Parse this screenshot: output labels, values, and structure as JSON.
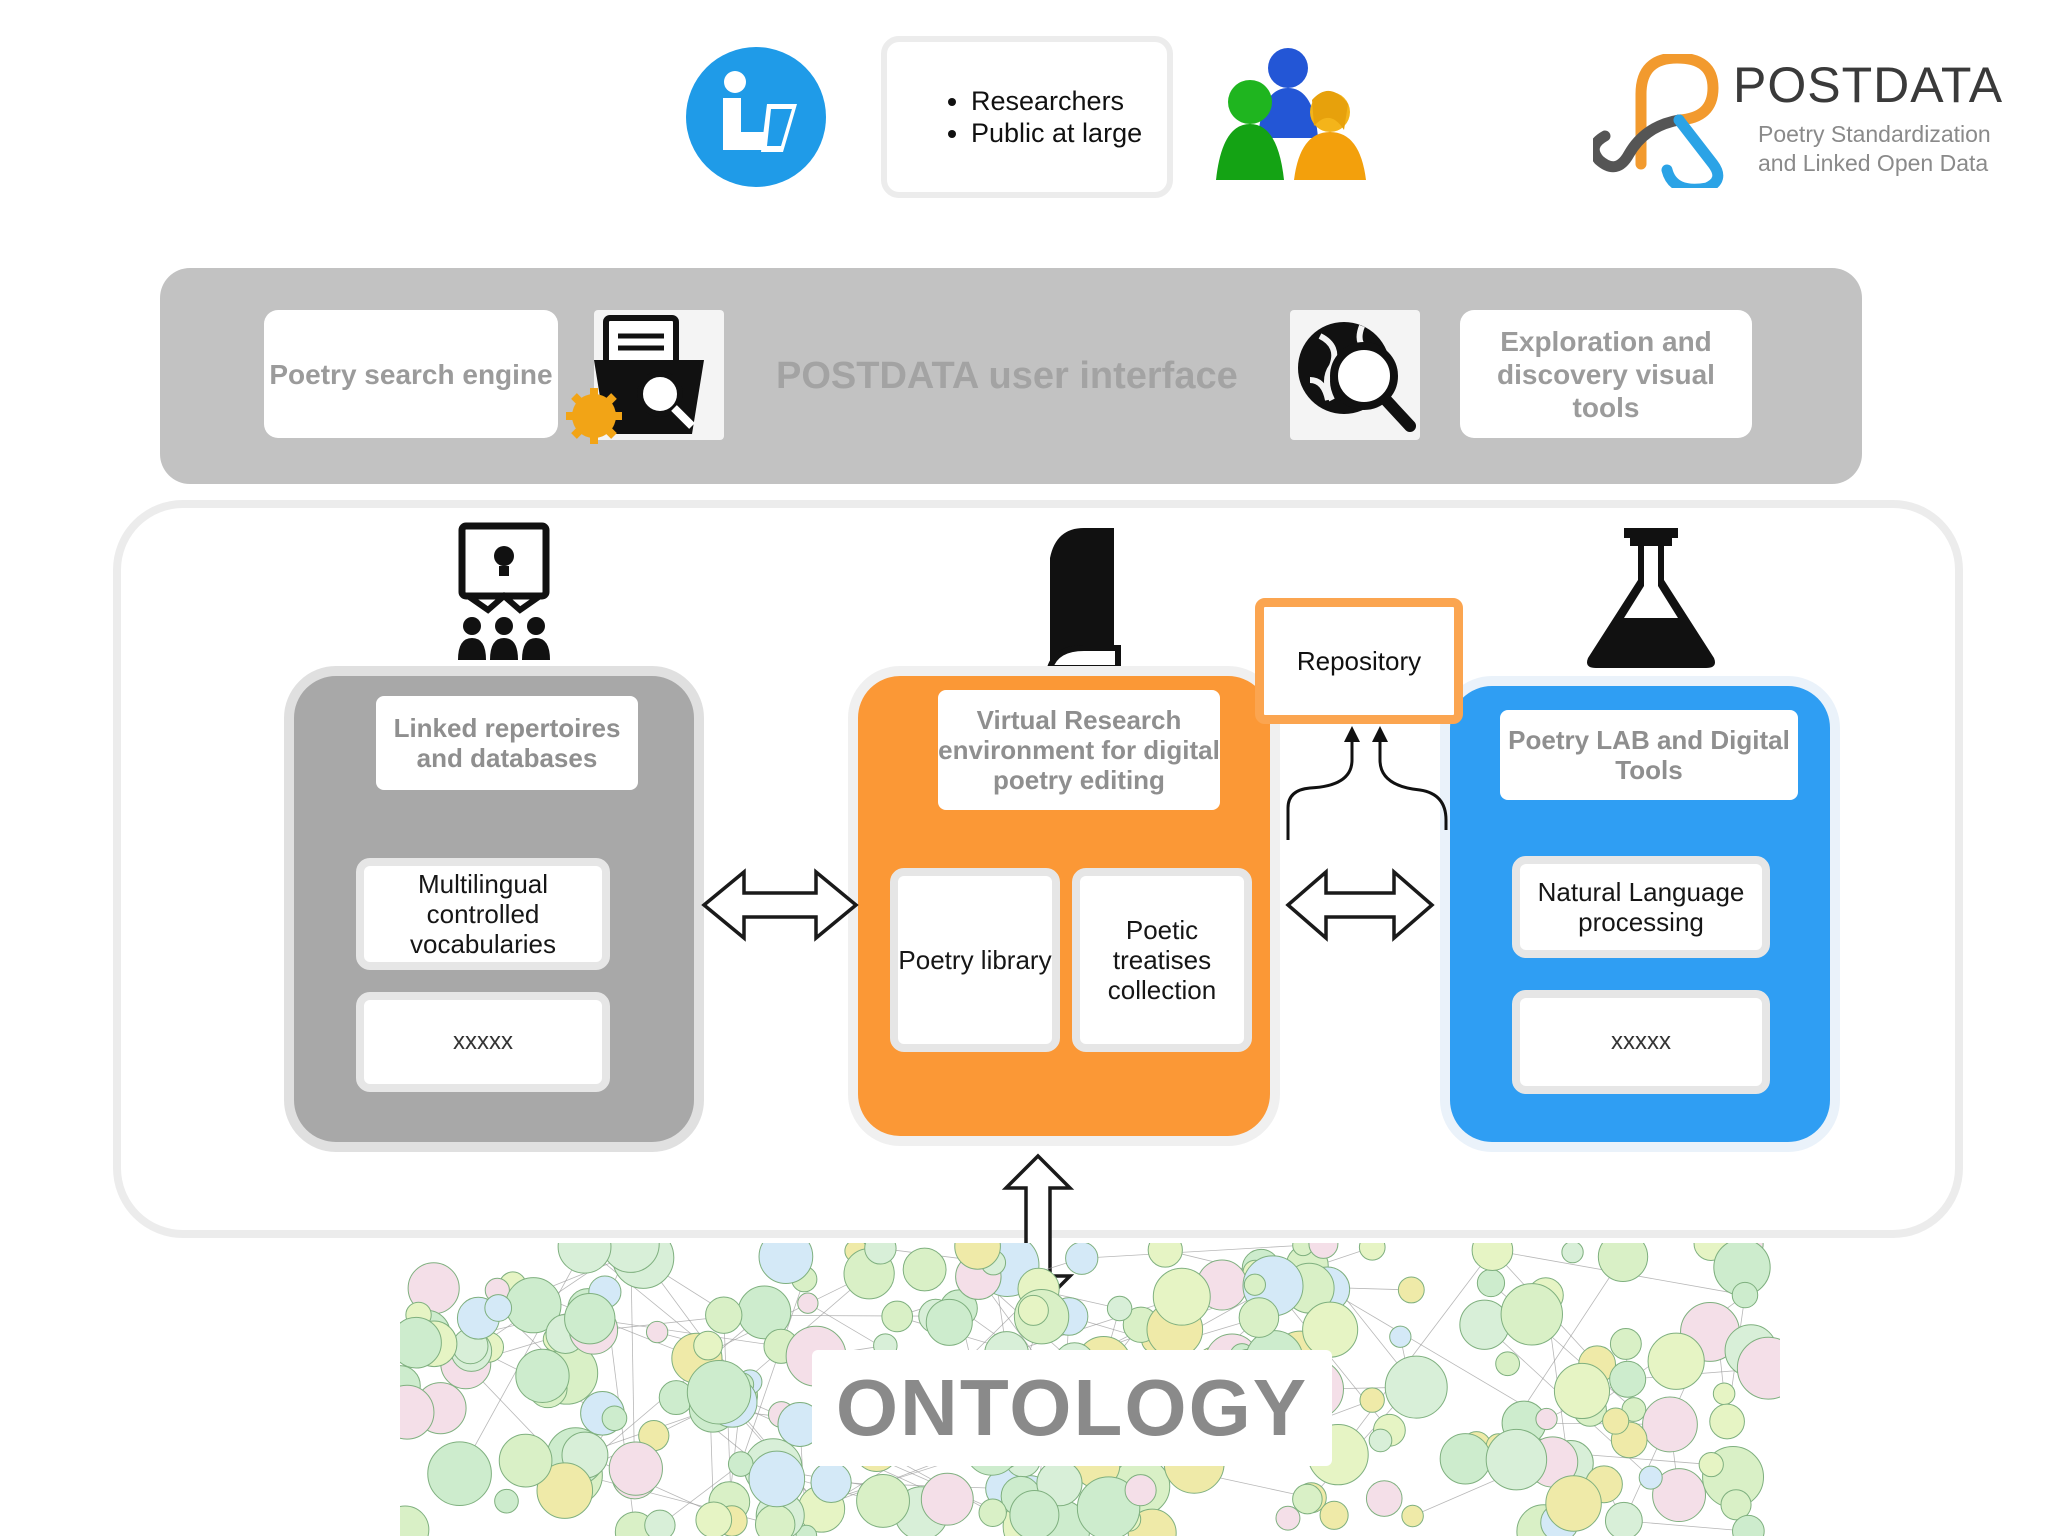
{
  "header": {
    "audience": [
      "Researchers",
      "Public at large"
    ],
    "logo": {
      "title": "POSTDATA",
      "subtitle_line1": "Poetry Standardization",
      "subtitle_line2": "and Linked Open Data"
    }
  },
  "user_interface": {
    "title": "POSTDATA user interface",
    "search_engine": "Poetry search engine",
    "visual_tools": "Exploration and discovery visual tools"
  },
  "modules": {
    "repertoires": {
      "title": "Linked repertoires and databases",
      "items": [
        "Multilingual controlled vocabularies",
        "xxxxx"
      ]
    },
    "vre": {
      "title": "Virtual Research environment for digital poetry editing",
      "items": [
        "Poetry library",
        "Poetic treatises collection"
      ]
    },
    "lab": {
      "title": "Poetry LAB and Digital Tools",
      "items": [
        "Natural Language processing",
        "xxxxx"
      ]
    },
    "repository": "Repository"
  },
  "ontology": {
    "label": "ONTOLOGY"
  },
  "colors": {
    "grey_module": "#a8a8a8",
    "orange_module": "#fb9836",
    "blue_module": "#2f9ef3",
    "banner": "#c2c2c2",
    "repository_border": "#fba550"
  },
  "icons": [
    "reader-laptop-icon",
    "people-group-icon",
    "postdata-logo-icon",
    "search-documents-gear-icon",
    "globe-magnifier-icon",
    "presentation-audience-icon",
    "book-icon",
    "flask-icon"
  ]
}
